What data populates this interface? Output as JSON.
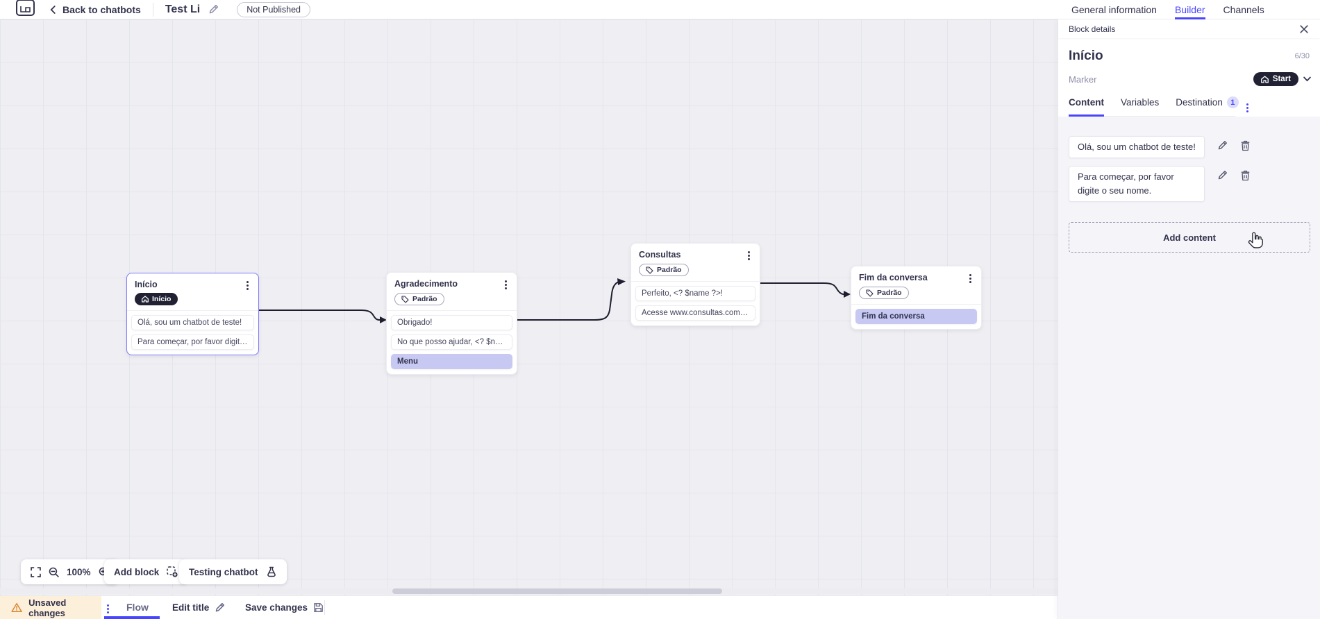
{
  "topbar": {
    "back_label": "Back to chatbots",
    "title": "Test Li",
    "status_badge": "Not Published",
    "tabs": [
      {
        "label": "General information",
        "active": false
      },
      {
        "label": "Builder",
        "active": true
      },
      {
        "label": "Channels",
        "active": false
      }
    ]
  },
  "canvas": {
    "blocks": [
      {
        "title": "Início",
        "badge": "Início",
        "badge_style": "start",
        "selected": true,
        "rows": [
          "Olá, sou um chatbot de teste!",
          "Para começar, por favor digite o ..."
        ]
      },
      {
        "title": "Agradecimento",
        "badge": "Padrão",
        "badge_style": "default",
        "selected": false,
        "rows": [
          "Obrigado!",
          "No que posso ajudar, <? $name ...",
          "Menu"
        ]
      },
      {
        "title": "Consultas",
        "badge": "Padrão",
        "badge_style": "default",
        "selected": false,
        "rows": [
          "Perfeito, <? $name ?>!",
          "Acesse www.consultas.com par..."
        ]
      },
      {
        "title": "Fim da conversa",
        "badge": "Padrão",
        "badge_style": "default",
        "selected": false,
        "rows": [
          "Fim da conversa"
        ]
      }
    ],
    "toolbar": {
      "zoom_level": "100%",
      "add_block_label": "Add block",
      "testing_label": "Testing chatbot"
    }
  },
  "footer": {
    "unsaved_label": "Unsaved changes",
    "flow_tab_label": "Flow",
    "edit_title_label": "Edit title",
    "save_label": "Save changes"
  },
  "panel": {
    "header": "Block details",
    "block_name": "Início",
    "char_counter": "6/30",
    "marker_label": "Marker",
    "marker_value": "Start",
    "tabs": [
      {
        "label": "Content",
        "active": true
      },
      {
        "label": "Variables",
        "active": false
      },
      {
        "label": "Destination",
        "active": false,
        "badge": "1"
      }
    ],
    "contents": [
      "Olá, sou um chatbot de teste!",
      "Para começar, por favor digite o seu nome."
    ],
    "add_content_label": "Add content"
  },
  "icons": {
    "back-chevron-icon": "‹",
    "edit-pencil-icon": "✎",
    "close-icon": "✕",
    "home-icon": "⌂",
    "tag-icon": "⬙",
    "kebab-menu-icon": "⋮",
    "chevron-down-icon": "⌄",
    "fullscreen-icon": "⛶",
    "zoom-out-icon": "−",
    "zoom-in-icon": "+",
    "add-block-icon": "⊞",
    "flask-icon": "⚗",
    "warning-icon": "⚠",
    "save-icon": "🖫",
    "trash-icon": "🗑",
    "pointer-cursor": "➤"
  },
  "colors": {
    "accent": "#4945ff",
    "dark_pill": "#212134",
    "text_dark": "#32324d",
    "text_gray": "#8e8ea9",
    "selected_block_border": "#7b79ff",
    "highlight_row": "#c7c9f3",
    "unsaved_bg": "#fdf0da",
    "canvas_bg": "#efeff3"
  }
}
